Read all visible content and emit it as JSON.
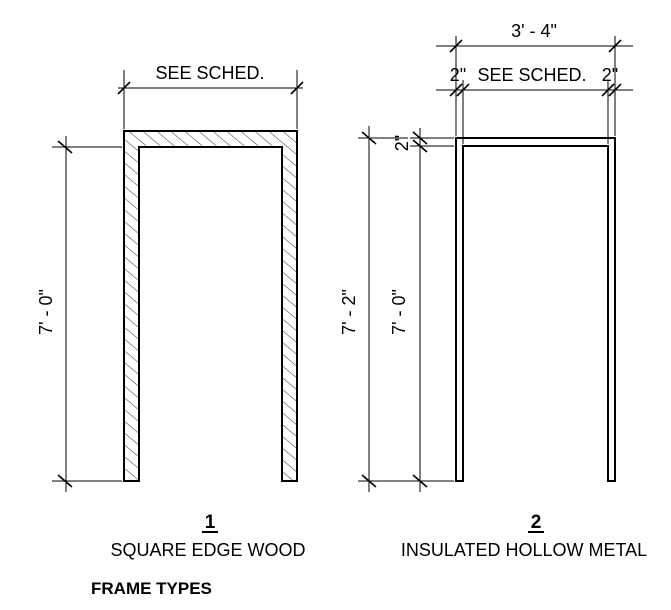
{
  "frames": [
    {
      "number": "1",
      "name": "SQUARE EDGE WOOD",
      "width_dim": "SEE SCHED.",
      "height_dim": "7' - 0\""
    },
    {
      "number": "2",
      "name": "INSULATED HOLLOW METAL",
      "overall_width_dim": "3' - 4\"",
      "jamb_left_dim": "2\"",
      "width_dim": "SEE SCHED.",
      "jamb_right_dim": "2\"",
      "head_dim": "2\"",
      "overall_height_dim": "7' - 2\"",
      "height_dim": "7' - 0\""
    }
  ],
  "sheet_title": "FRAME TYPES"
}
